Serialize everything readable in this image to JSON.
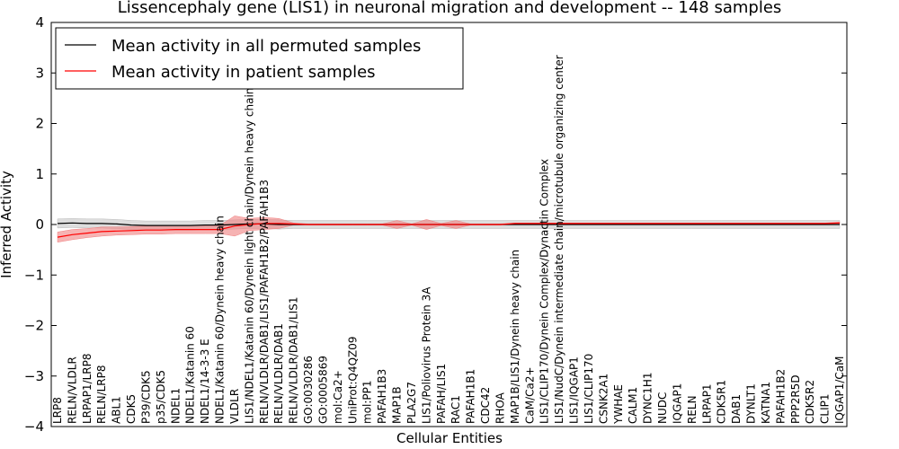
{
  "chart_data": {
    "type": "line",
    "title": "Lissencephaly gene (LIS1) in neuronal migration and development -- 148 samples",
    "xlabel": "Cellular Entities",
    "ylabel": "Inferred Activity",
    "ylim": [
      -4,
      4
    ],
    "yticks": [
      "−4",
      "−3",
      "−2",
      "−1",
      "0",
      "1",
      "2",
      "3",
      "4"
    ],
    "grid": false,
    "legend_position": "top-left",
    "categories": [
      "LRP8",
      "RELN/VLDLR",
      "LRPAP1/LRP8",
      "RELN/LRP8",
      "ABL1",
      "CDK5",
      "P39/CDK5",
      "p35/CDK5",
      "NDEL1",
      "NDEL1/Katanin 60",
      "NDEL1/14-3-3 E",
      "NDEL1/Katanin 60/Dynein heavy chain",
      "VLDLR",
      "LIS1/NDEL1/Katanin 60/Dynein light chain/Dynein heavy chain",
      "RELN/VLDLR/DAB1/LIS1/PAFAH1B2/PAFAH1B3",
      "RELN/VLDLR/DAB1",
      "RELN/VLDLR/DAB1/LIS1",
      "GO:0030286",
      "GO:0005869",
      "mol:Ca2+",
      "UniProt:Q4QZ09",
      "mol:PP1",
      "PAFAH1B3",
      "MAP1B",
      "PLA2G7",
      "LIS1/Poliovirus Protein 3A",
      "PAFAH/LIS1",
      "RAC1",
      "PAFAH1B1",
      "CDC42",
      "RHOA",
      "MAP1B/LIS1/Dynein heavy chain",
      "CaM/Ca2+",
      "LIS1/CLIP170/Dynein Complex/Dynactin Complex",
      "LIS1/NudC/Dynein intermediate chain/microtubule organizing center",
      "LIS1/IQGAP1",
      "LIS1/CLIP170",
      "CSNK2A1",
      "YWHAE",
      "CALM1",
      "DYNC1H1",
      "NUDC",
      "IQGAP1",
      "RELN",
      "LRPAP1",
      "CDK5R1",
      "DAB1",
      "DYNLT1",
      "KATNA1",
      "PAFAH1B2",
      "PPP2R5D",
      "CDK5R2",
      "CLIP1",
      "IQGAP1/CaM"
    ],
    "series": [
      {
        "name": "Mean activity in all permuted samples",
        "color": "#000000",
        "band_color": "#bbbbbb",
        "values": [
          0.02,
          0.03,
          0.02,
          0.02,
          0.01,
          -0.01,
          -0.02,
          -0.02,
          -0.02,
          -0.02,
          -0.01,
          -0.01,
          0.0,
          0.01,
          0.01,
          0.0,
          0.0,
          0.0,
          0.0,
          0.0,
          0.0,
          0.0,
          0.0,
          0.0,
          0.0,
          0.0,
          0.0,
          0.0,
          0.0,
          0.0,
          0.0,
          0.0,
          0.0,
          0.0,
          0.0,
          0.0,
          0.0,
          0.0,
          0.0,
          0.0,
          0.0,
          0.0,
          0.0,
          0.0,
          0.0,
          0.0,
          0.0,
          0.0,
          0.0,
          0.0,
          0.0,
          0.0,
          0.0,
          0.0
        ],
        "band": [
          0.09,
          0.09,
          0.09,
          0.09,
          0.09,
          0.09,
          0.09,
          0.09,
          0.09,
          0.09,
          0.09,
          0.09,
          0.09,
          0.09,
          0.09,
          0.09,
          0.08,
          0.08,
          0.08,
          0.08,
          0.08,
          0.08,
          0.08,
          0.08,
          0.08,
          0.08,
          0.08,
          0.08,
          0.08,
          0.08,
          0.08,
          0.08,
          0.08,
          0.08,
          0.08,
          0.08,
          0.08,
          0.08,
          0.08,
          0.08,
          0.08,
          0.08,
          0.08,
          0.08,
          0.08,
          0.08,
          0.08,
          0.08,
          0.08,
          0.08,
          0.08,
          0.08,
          0.08,
          0.08
        ]
      },
      {
        "name": "Mean activity in patient samples",
        "color": "#ff0000",
        "band_color": "#f08080",
        "values": [
          -0.25,
          -0.2,
          -0.17,
          -0.14,
          -0.13,
          -0.12,
          -0.11,
          -0.11,
          -0.1,
          -0.1,
          -0.1,
          -0.1,
          -0.03,
          0.0,
          0.02,
          0.02,
          0.01,
          0.0,
          0.0,
          0.0,
          0.0,
          0.0,
          0.0,
          0.0,
          0.0,
          0.0,
          0.0,
          0.0,
          0.0,
          0.0,
          0.0,
          0.02,
          0.02,
          0.02,
          0.02,
          0.02,
          0.02,
          0.02,
          0.02,
          0.02,
          0.02,
          0.02,
          0.02,
          0.02,
          0.02,
          0.02,
          0.02,
          0.02,
          0.02,
          0.02,
          0.02,
          0.02,
          0.02,
          0.03
        ],
        "band": [
          0.1,
          0.1,
          0.09,
          0.09,
          0.08,
          0.08,
          0.08,
          0.08,
          0.08,
          0.08,
          0.08,
          0.08,
          0.2,
          0.12,
          0.12,
          0.1,
          0.02,
          0.01,
          0.01,
          0.01,
          0.01,
          0.01,
          0.01,
          0.08,
          0.01,
          0.1,
          0.02,
          0.08,
          0.01,
          0.01,
          0.01,
          0.01,
          0.01,
          0.01,
          0.01,
          0.01,
          0.01,
          0.01,
          0.01,
          0.01,
          0.01,
          0.01,
          0.01,
          0.01,
          0.01,
          0.01,
          0.01,
          0.01,
          0.01,
          0.01,
          0.01,
          0.01,
          0.01,
          0.02
        ]
      }
    ]
  }
}
